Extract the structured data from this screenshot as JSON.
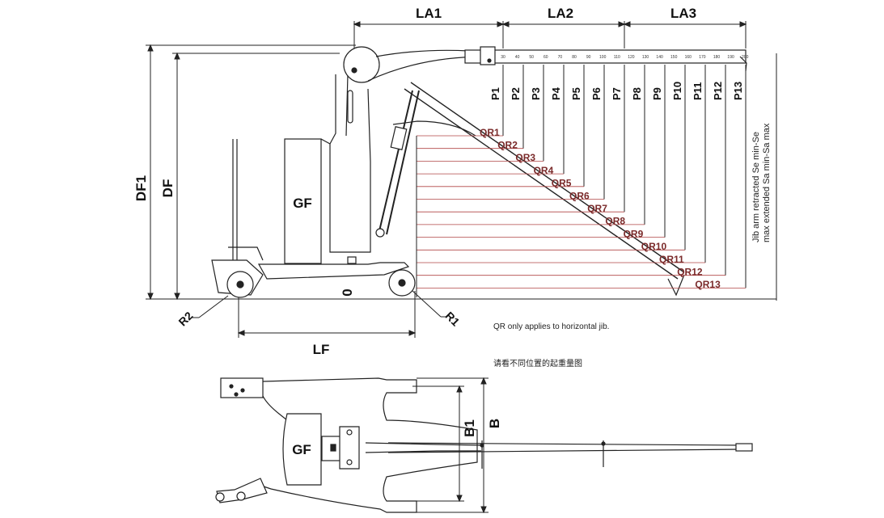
{
  "dimensions": {
    "la1": "LA1",
    "la2": "LA2",
    "la3": "LA3",
    "df1": "DF1",
    "df": "DF",
    "lf": "LF",
    "r1": "R1",
    "r2": "R2",
    "zero": "0",
    "b1": "B1",
    "b": "B"
  },
  "ballast_label": "GF",
  "positions": [
    "P1",
    "P2",
    "P3",
    "P4",
    "P5",
    "P6",
    "P7",
    "P8",
    "P9",
    "P10",
    "P11",
    "P12",
    "P13"
  ],
  "qr_labels": [
    "QR1",
    "QR2",
    "QR3",
    "QR4",
    "QR5",
    "QR6",
    "QR7",
    "QR8",
    "QR9",
    "QR10",
    "QR11",
    "QR12",
    "QR13"
  ],
  "jib_ticks": [
    "30",
    "40",
    "50",
    "60",
    "70",
    "80",
    "90",
    "100",
    "110",
    "120",
    "130",
    "140",
    "150",
    "160",
    "170",
    "180",
    "190",
    "200"
  ],
  "notes": {
    "qr_note": "QR only applies to horizontal jib.",
    "cn_note": "请看不同位置的起重量图",
    "jib_line1": "Jib arm retracted Se min-Se",
    "jib_line2": "max extended Sa min-Sa max"
  },
  "colors": {
    "line": "#222222",
    "qr_line": "#b04545",
    "qr_text": "#7a2a2a"
  }
}
